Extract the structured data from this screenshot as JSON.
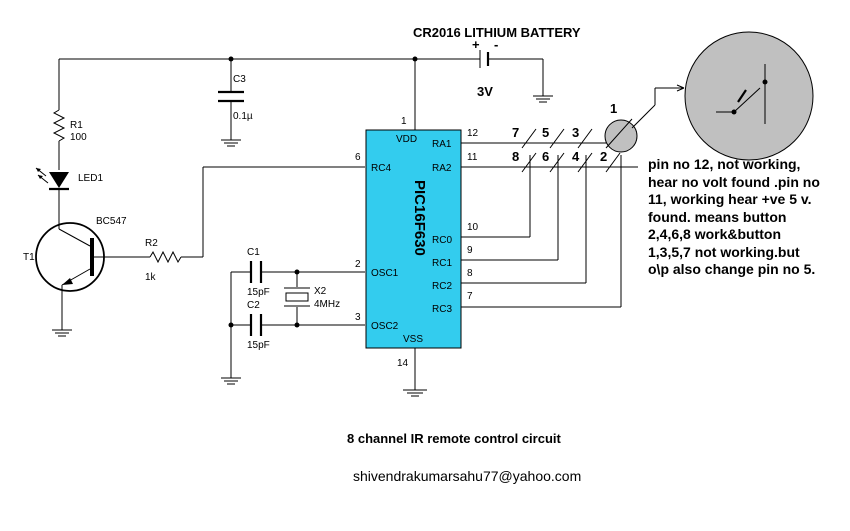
{
  "battery": {
    "title": "CR2016 LITHIUM BATTERY",
    "voltage": "3V",
    "plus": "+",
    "minus": "-"
  },
  "components": {
    "r1": {
      "name": "R1",
      "value": "100"
    },
    "led1": {
      "name": "LED1"
    },
    "t1": {
      "name": "T1",
      "type": "BC547"
    },
    "r2": {
      "name": "R2",
      "value": "1k"
    },
    "c3": {
      "name": "C3",
      "value": "0.1µ"
    },
    "c1": {
      "name": "C1",
      "value": "15pF"
    },
    "c2": {
      "name": "C2",
      "value": "15pF"
    },
    "x2": {
      "name": "X2",
      "value": "4MHz"
    }
  },
  "chip": {
    "name": "PIC16F630",
    "pins": {
      "vdd": {
        "label": "VDD",
        "num": "1"
      },
      "ra1": {
        "label": "RA1",
        "num": "12"
      },
      "ra2": {
        "label": "RA2",
        "num": "11"
      },
      "rc4": {
        "label": "RC4",
        "num": "6"
      },
      "rc0": {
        "label": "RC0",
        "num": "10"
      },
      "rc1": {
        "label": "RC1",
        "num": "9"
      },
      "rc2": {
        "label": "RC2",
        "num": "8"
      },
      "rc3": {
        "label": "RC3",
        "num": "7"
      },
      "osc1": {
        "label": "OSC1",
        "num": "2"
      },
      "osc2": {
        "label": "OSC2",
        "num": "3"
      },
      "vss": {
        "label": "VSS",
        "num": "14"
      }
    }
  },
  "switch_matrix": {
    "row1": [
      "7",
      "5",
      "3"
    ],
    "row2": [
      "8",
      "6",
      "4",
      "2"
    ],
    "button": "1"
  },
  "note": "pin no 12, not working,\nhear no volt found .pin no\n11, working hear +ve 5 v.\nfound. means button\n2,4,6,8 work&button\n1,3,5,7 not working.but\no\\p  also change pin no 5.",
  "caption": "8 channel IR remote control circuit",
  "email": "shivendrakumarsahu77@yahoo.com",
  "colors": {
    "chip_fill": "#33ccee",
    "bubble_fill": "#c0c0c0",
    "ink": "#000000"
  }
}
